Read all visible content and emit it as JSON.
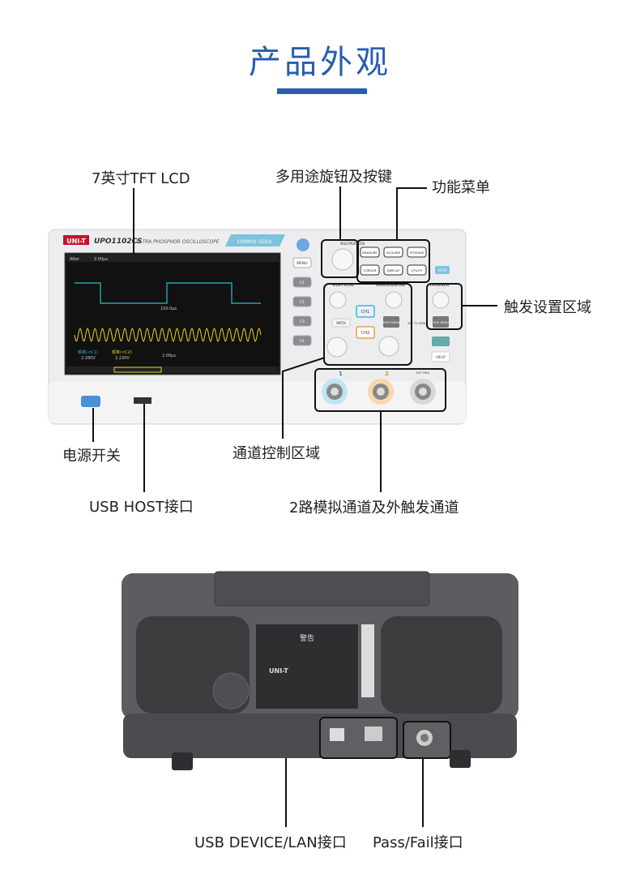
{
  "title": "产品外观",
  "colors": {
    "accent": "#2a5cb0",
    "cyan": "#37b7d6",
    "orange": "#f0a040"
  },
  "callouts": {
    "lcd": "7英寸TFT LCD",
    "multi_knob": "多用途旋钮及按键",
    "function_menu": "功能菜单",
    "trigger_area": "触发设置区域",
    "power_switch": "电源开关",
    "usb_host": "USB HOST接口",
    "channel_control": "通道控制区域",
    "analog_channels": "2路模拟通道及外触发通道",
    "usb_device_lan": "USB DEVICE/LAN接口",
    "pass_fail": "Pass/Fail接口"
  },
  "front": {
    "brand": "UNI-T",
    "model": "UPO1102CS",
    "subtitle": "ULTRA PHOSPHOR OSCILLOSCOPE",
    "spec": "100MHz 1GS/s",
    "menu_buttons": [
      "MEASURE",
      "ACQUIRE",
      "STORAGE",
      "CURSOR",
      "DISPLAY",
      "UTILITY"
    ],
    "side_buttons": [
      "MENU",
      "F1",
      "F2",
      "F3",
      "F4"
    ],
    "sections": {
      "vertical": "VERTICAL",
      "horizontal": "HORIZONTAL",
      "trigger": "TRIGGER"
    },
    "buttons": {
      "ch1": "CH1",
      "ch2": "CH2",
      "math": "MATH",
      "horiz_menu": "HORI MENU",
      "set_zero": "SET TO ZERO",
      "trig_menu": "TRIG MENU",
      "help": "HELP",
      "auto": "AUTO",
      "multipurpose": "MULTIPURPOSE"
    },
    "inputs": [
      "1",
      "2",
      "EXT TRIG"
    ],
    "screen": {
      "status": "After",
      "timebase": "2.00μs",
      "time_label": "100.0μs",
      "ch1_freq": "频率(<C1)",
      "ch1_val": "2.280V",
      "ch2_freq": "频率(<C2)",
      "ch2_val": "2.220V",
      "time2": "2.00μs"
    }
  },
  "back": {
    "warning_title": "警告",
    "brand": "UNI-T"
  }
}
